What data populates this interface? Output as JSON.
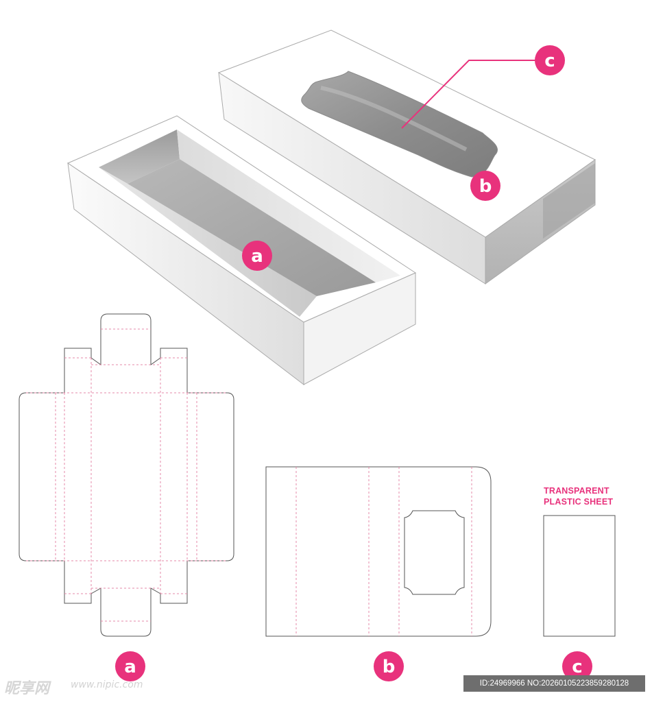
{
  "labels": {
    "tray_3d": "a",
    "sleeve_3d": "b",
    "window_3d": "c",
    "tray_dieline": "a",
    "sleeve_dieline": "b",
    "sheet_dieline": "c"
  },
  "sheet_title_line1": "TRANSPARENT",
  "sheet_title_line2": "PLASTIC SHEET",
  "watermark": {
    "site_name": "昵享网",
    "url": "www.nipic.com",
    "id_text": "ID:24969966 NO:20260105223859280128"
  },
  "colors": {
    "accent": "#e8327c",
    "cut_line": "#555555",
    "fold_line": "#e58aa8"
  }
}
